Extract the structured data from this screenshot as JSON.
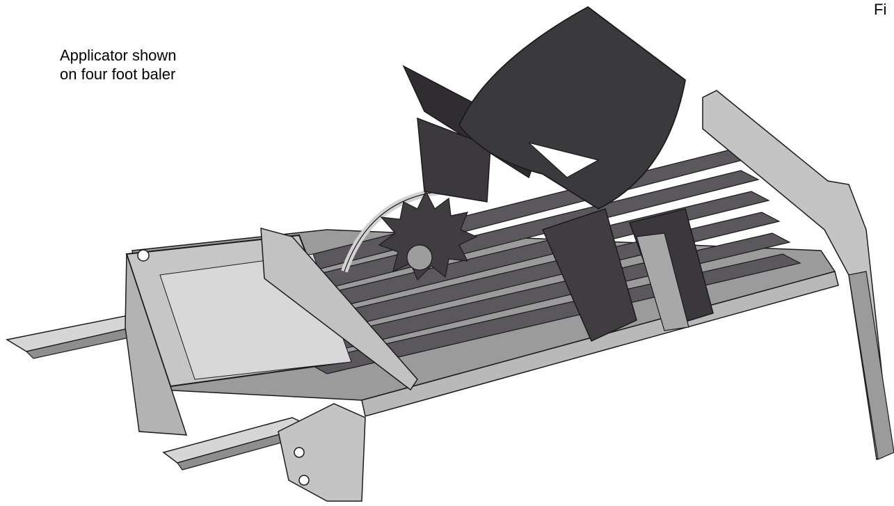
{
  "caption": {
    "line1": "Applicator shown",
    "line2": "on four foot baler"
  },
  "figure_tag": "Fi",
  "colors": {
    "metal_light": "#c9c9c9",
    "metal_mid": "#9a9a9a",
    "metal_dark": "#3f3d40",
    "metal_shadow": "#2a2a2c",
    "outline": "#1a1a1a"
  }
}
